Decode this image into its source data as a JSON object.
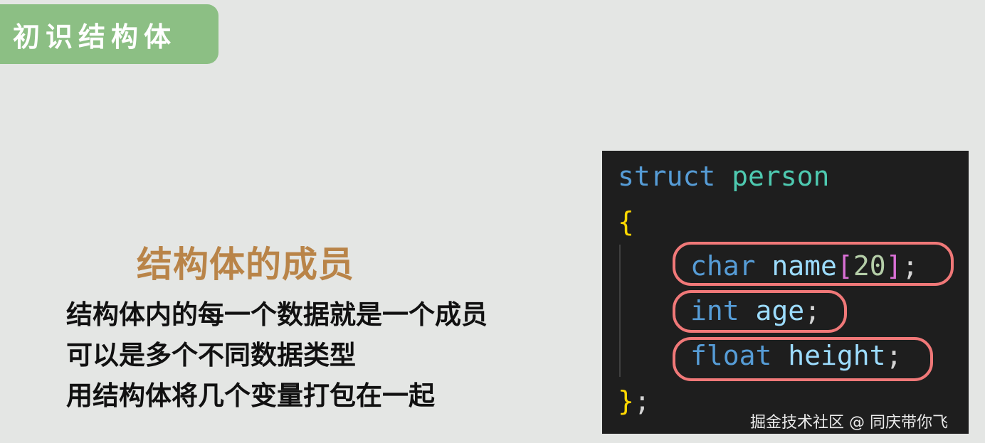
{
  "header": {
    "title": "初识结构体"
  },
  "section": {
    "heading": "结构体的成员"
  },
  "bullets": [
    "结构体内的每一个数据就是一个成员",
    "可以是多个不同数据类型",
    "用结构体将几个变量打包在一起"
  ],
  "code": {
    "struct_kw": "struct",
    "struct_name": "person",
    "open_brace": "{",
    "members": [
      {
        "type": "char",
        "name": "name",
        "open_bracket": "[",
        "size": "20",
        "close_bracket": "]",
        "semi": ";"
      },
      {
        "type": "int",
        "name": "age",
        "semi": ";"
      },
      {
        "type": "float",
        "name": "height",
        "semi": ";"
      }
    ],
    "close_brace": "}",
    "close_semi": ";"
  },
  "colors": {
    "title_bg": "#8cbf84",
    "heading": "#b98448",
    "highlight": "#f07878",
    "keyword": "#569cd6",
    "type_name": "#4ec9b0"
  },
  "watermark": "掘金技术社区 @ 同庆带你飞"
}
